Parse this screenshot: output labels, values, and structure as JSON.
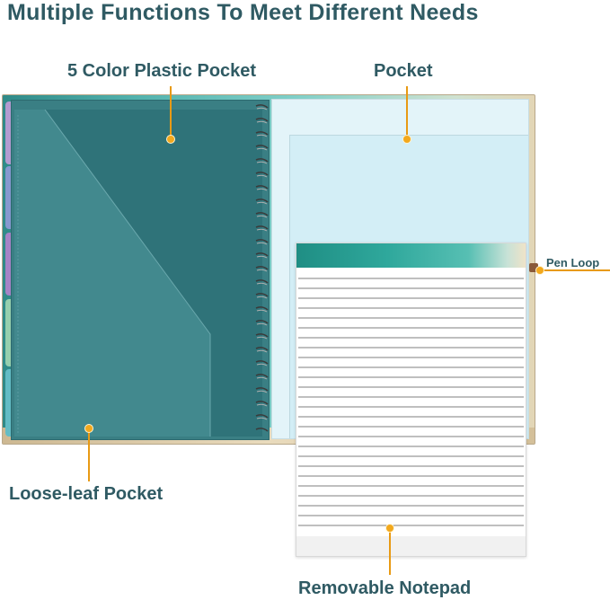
{
  "title": "Multiple Functions To Meet Different Needs",
  "callouts": {
    "plastic_pocket": "5 Color Plastic Pocket",
    "pocket": "Pocket",
    "pen_loop": "Pen Loop",
    "loose_leaf_pocket": "Loose-leaf Pocket",
    "removable_notepad": "Removable Notepad"
  },
  "colors": {
    "text": "#2f5a63",
    "accent": "#f2a81d",
    "tabs": [
      "#a88cc8",
      "#7f8fc8",
      "#9e7ec0",
      "#8cc7a6",
      "#5fb9c2"
    ]
  }
}
